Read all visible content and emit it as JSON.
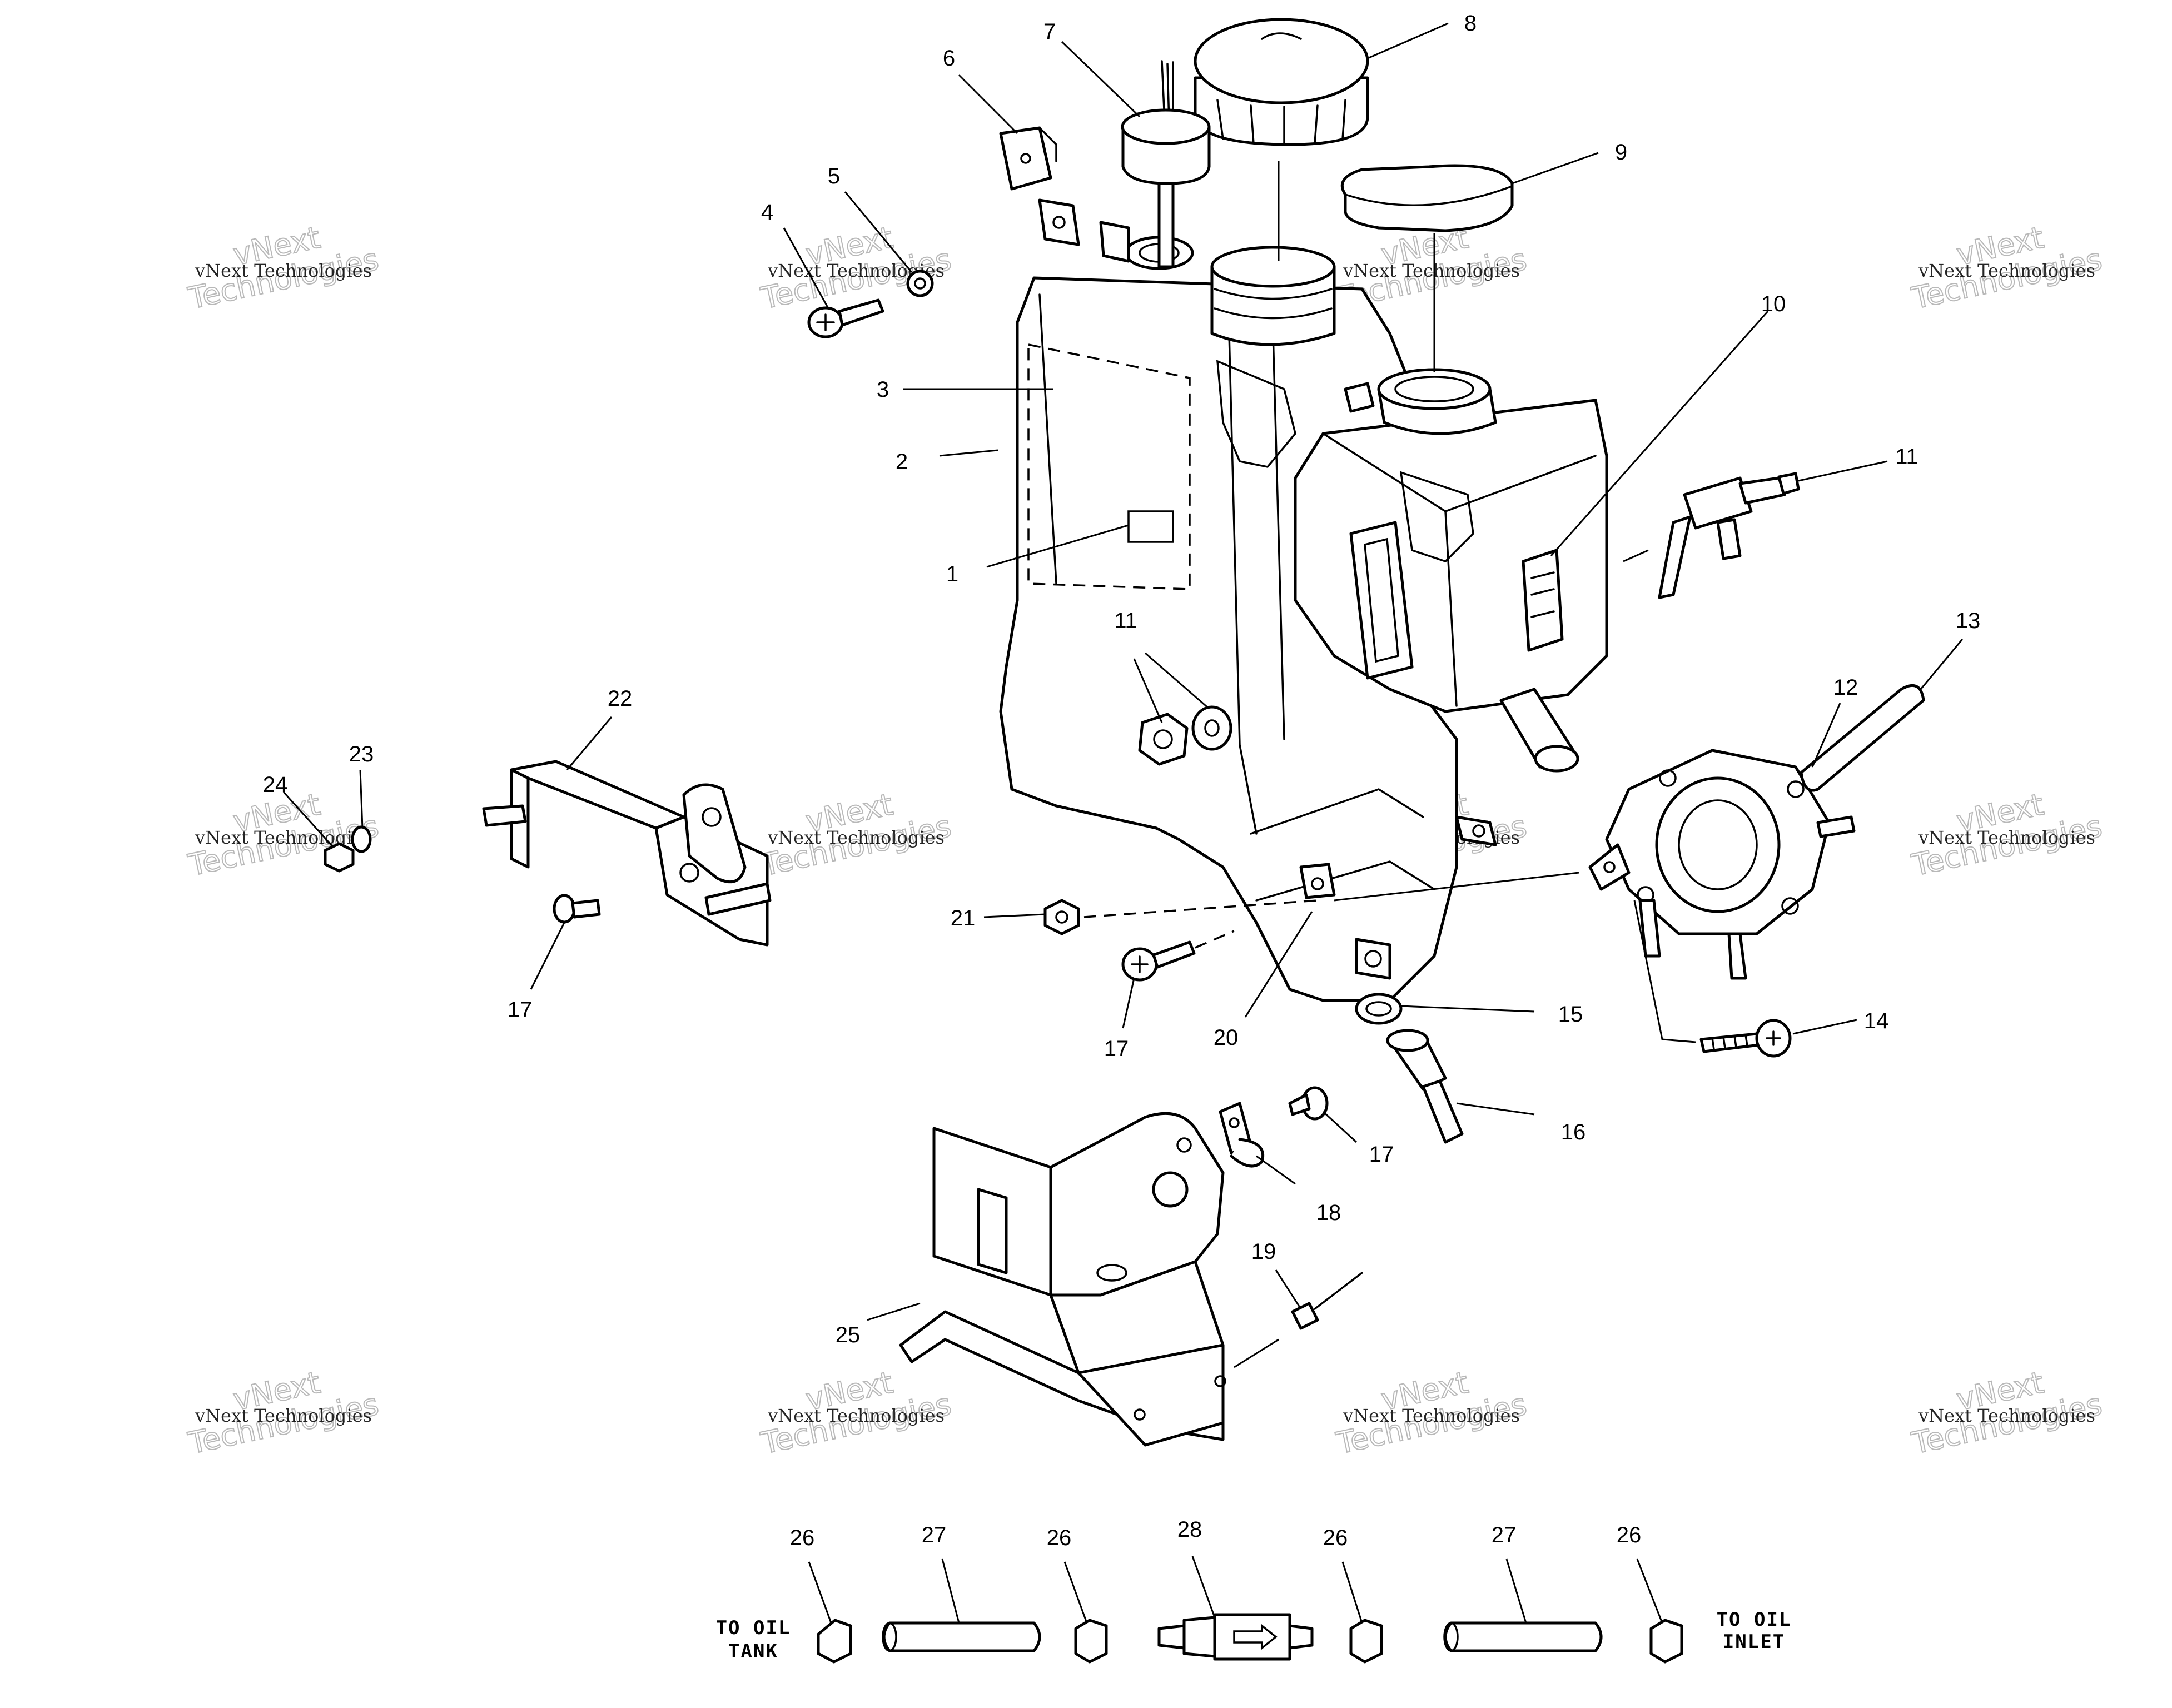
{
  "callouts": {
    "c1": "1",
    "c2": "2",
    "c3": "3",
    "c4": "4",
    "c5": "5",
    "c6": "6",
    "c7": "7",
    "c8": "8",
    "c9": "9",
    "c10": "10",
    "c11a": "11",
    "c11b": "11",
    "c12": "12",
    "c13": "13",
    "c14": "14",
    "c15": "15",
    "c16": "16",
    "c17a": "17",
    "c17b": "17",
    "c17c": "17",
    "c18": "18",
    "c19": "19",
    "c20": "20",
    "c21": "21",
    "c22": "22",
    "c23": "23",
    "c24": "24",
    "c25": "25",
    "c26a": "26",
    "c26b": "26",
    "c26c": "26",
    "c26d": "26",
    "c27a": "27",
    "c27b": "27",
    "c28": "28"
  },
  "routing": {
    "left_line1": "TO OIL",
    "left_line2": "TANK",
    "right_line1": "TO OIL",
    "right_line2": "INLET"
  },
  "watermark": {
    "line_small": "vNext Technologies",
    "line_big_1": "vNext",
    "line_big_2": "Technologies"
  }
}
